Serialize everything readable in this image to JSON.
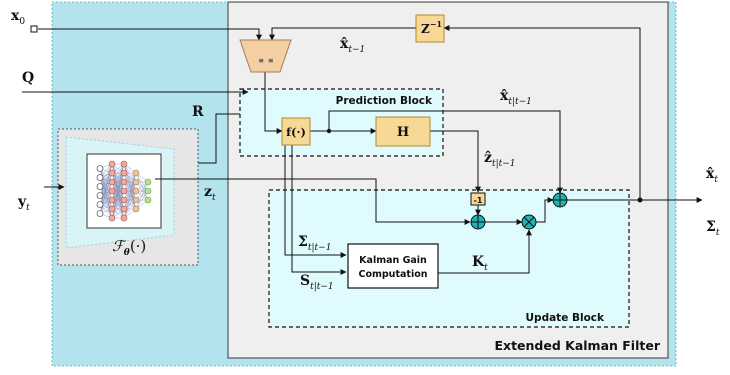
{
  "inputs": {
    "x0": "x",
    "x0_sub": "0",
    "Q": "Q",
    "R": "R",
    "y": "y",
    "y_sub": "t",
    "z": "z",
    "z_sub": "t"
  },
  "network": {
    "label": "ℱ",
    "label_sub": "θ",
    "label_args": "(·)"
  },
  "delay": {
    "label": "Z",
    "label_sup": "−1"
  },
  "xhat_prev": {
    "label": "x̂",
    "sub": "t−1"
  },
  "prediction": {
    "title": "Prediction Block",
    "f_label": "f(·)",
    "h_label": "H",
    "x_pred": "x̂",
    "x_pred_sub": "t|t−1",
    "z_pred": "ẑ",
    "z_pred_sub": "t|t−1"
  },
  "update": {
    "title": "Update Block",
    "neg_one": "-1",
    "kalman_line1": "Kalman Gain",
    "kalman_line2": "Computation",
    "sigma": "Σ",
    "sigma_sub": "t|t−1",
    "s": "S",
    "s_sub": "t|t−1",
    "k": "K",
    "k_sub": "t"
  },
  "outputs": {
    "x": "x̂",
    "x_sub": "t",
    "sigma": "Σ",
    "sigma_sub": "t"
  },
  "ekf_title": "Extended Kalman Filter",
  "colors": {
    "outer_bg": "#b3e3ec",
    "ekf_bg": "#efefef",
    "block_fill": "#f8d895",
    "block_stroke": "#b38a2e",
    "dashed_bg": "#e0fbfd",
    "sum_fill": "#1fb2b2"
  }
}
